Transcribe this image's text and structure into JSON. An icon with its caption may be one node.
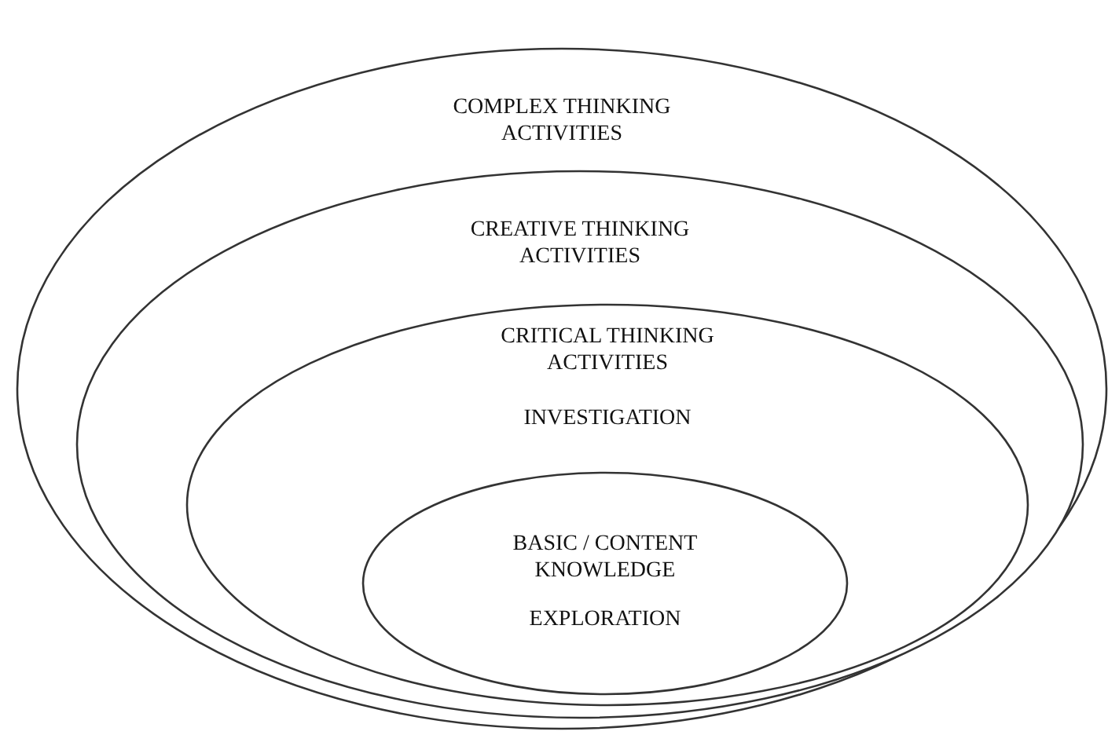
{
  "diagram": {
    "nodes": [
      {
        "text": [
          "COMPLEX THINKING ACTIVITIES"
        ]
      },
      {
        "text": [
          "CREATIVE THINKING ACTIVITIES"
        ],
        "in": 0
      },
      {
        "text": [
          "CRITICAL THINKING ACTIVITIES",
          "INVESTIGATION"
        ],
        "in": 1
      },
      {
        "text": [
          "BASIC / CONTENT KNOWLEDGE",
          "EXPLORATION"
        ],
        "in": 2
      }
    ]
  }
}
